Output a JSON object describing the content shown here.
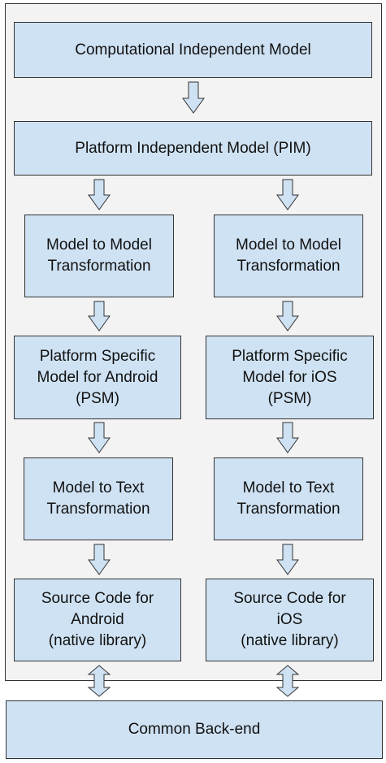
{
  "diagram": {
    "colors": {
      "box_fill": "#cfe2f3",
      "border": "#333333",
      "container_bg": "#f3f3f3"
    },
    "boxes": {
      "cim": "Computational Independent Model",
      "pim": "Platform Independent Model (PIM)",
      "m2m_left": "Model to Model\nTransformation",
      "m2m_right": "Model to Model\nTransformation",
      "psm_android": "Platform Specific\nModel for Android\n(PSM)",
      "psm_ios": "Platform Specific\nModel for iOS\n(PSM)",
      "m2t_left": "Model to Text\nTransformation",
      "m2t_right": "Model to Text\nTransformation",
      "src_android": "Source Code for\nAndroid\n(native library)",
      "src_ios": "Source Code for\niOS\n(native library)",
      "backend": "Common Back-end"
    }
  }
}
